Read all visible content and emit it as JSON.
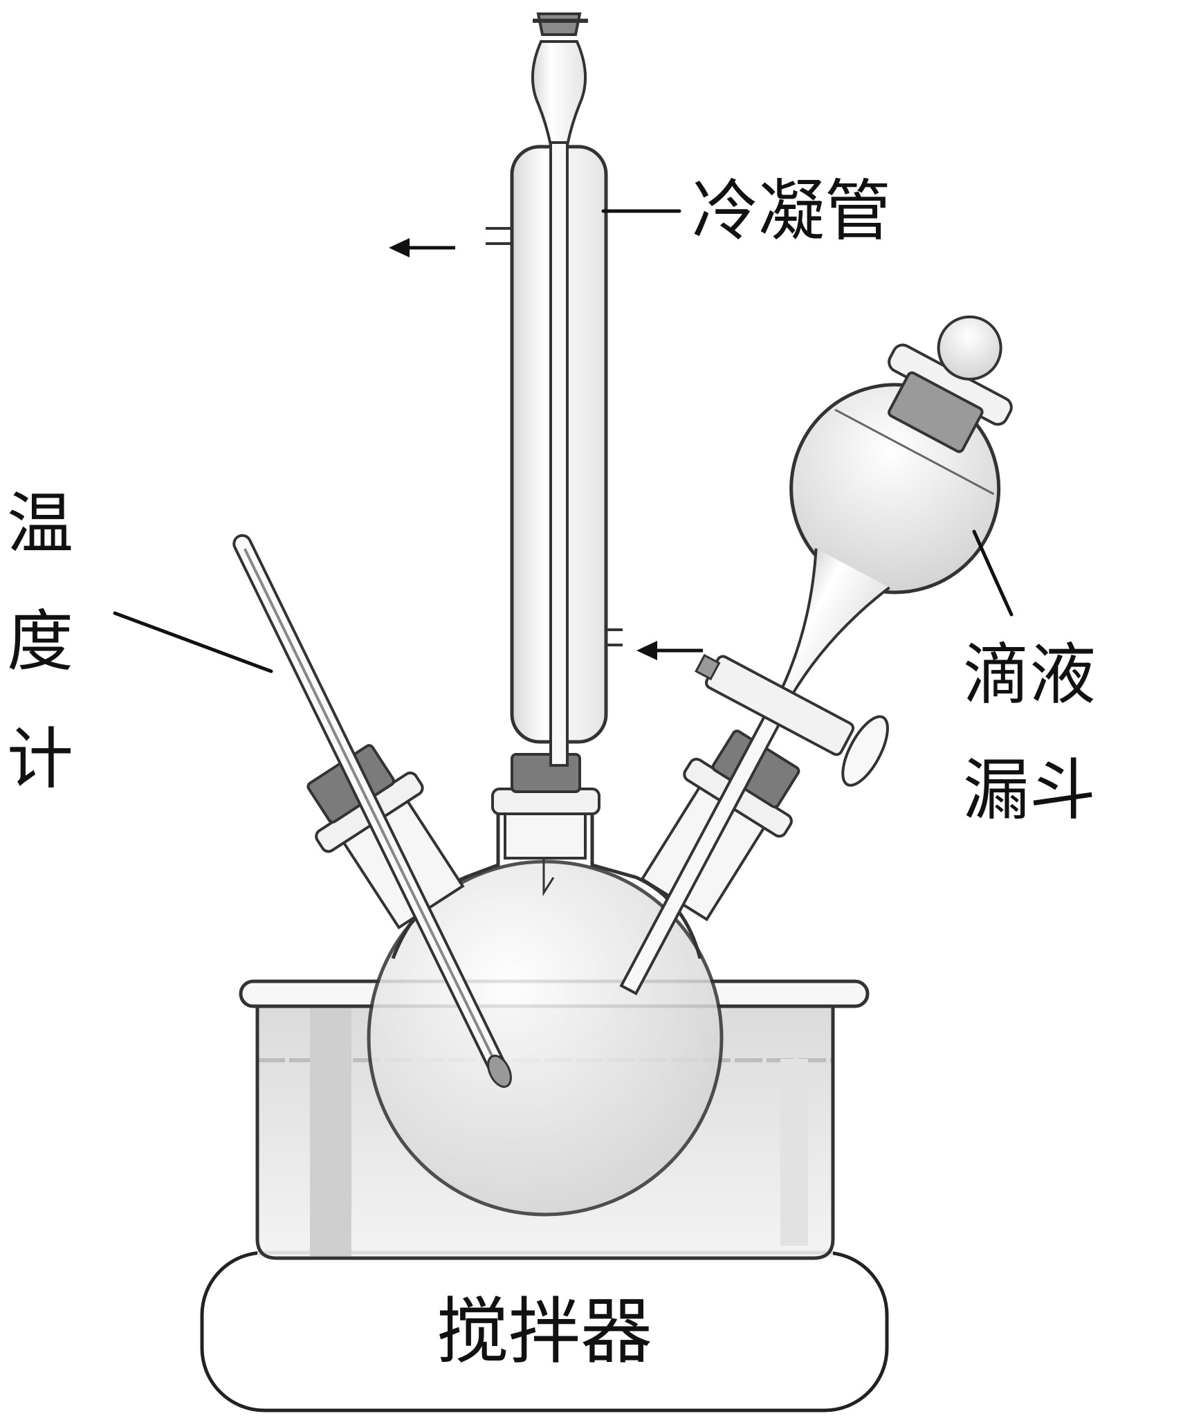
{
  "labels": {
    "condenser": "冷凝管",
    "thermometer": [
      "温",
      "度",
      "计"
    ],
    "dropping_funnel": [
      "滴液",
      "漏斗"
    ],
    "stirrer": "搅拌器"
  },
  "colors": {
    "outline": "#333333",
    "stopper": "#777777",
    "glass": "#f4f4f4",
    "liquid": "#dcdcdc"
  },
  "icons": {
    "water_outlet": "arrow-left-icon",
    "water_inlet": "arrow-left-icon"
  }
}
